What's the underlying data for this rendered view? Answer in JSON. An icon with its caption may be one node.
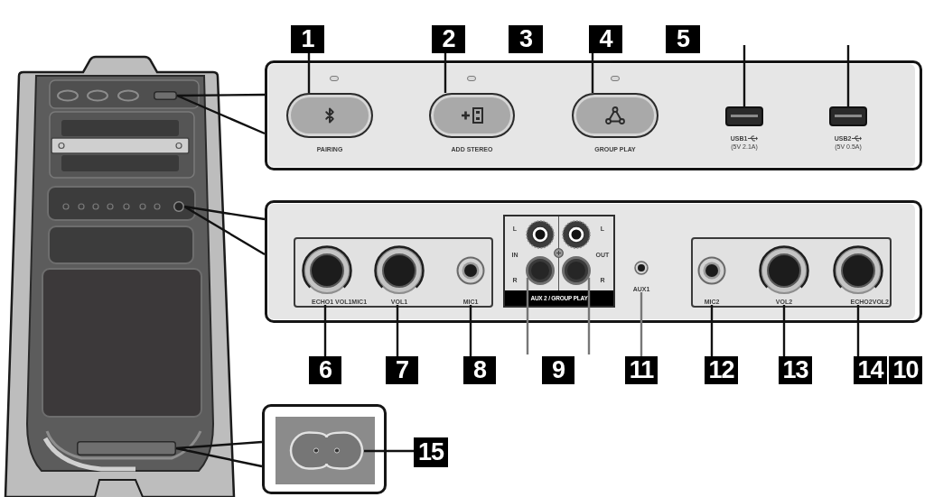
{
  "diagram": {
    "nodes": [
      {
        "text": [
          "1"
        ]
      },
      {
        "text": [
          "2"
        ]
      },
      {
        "text": [
          "4"
        ]
      },
      {
        "text": [],
        "shape": "picture"
      },
      {
        "text": [],
        "shape": "bar",
        "in": 3
      },
      {
        "text": [],
        "shape": "circle",
        "in": 3
      },
      {
        "text": [],
        "shape": "bar",
        "in": 3
      },
      {
        "text": [],
        "shape": "box"
      },
      {
        "text": [
          "PAIRING"
        ],
        "in": 7
      },
      {
        "text": [
          "ADD STEREO"
        ],
        "in": 7
      },
      {
        "text": [
          "GROUP PLAY"
        ],
        "in": 7
      },
      {
        "text": [
          "USB1",
          "(5V 2.1A)"
        ],
        "in": 7
      },
      {
        "text": [
          "USB2",
          "(5V 0.5A)"
        ],
        "in": 7
      },
      {
        "text": [],
        "shape": "box"
      },
      {
        "text": [],
        "shape": "box",
        "in": 13
      },
      {
        "text": [
          "ECHO1 VOL1MIC1"
        ],
        "in": 14
      },
      {
        "text": [
          "VOL1"
        ],
        "in": 14
      },
      {
        "text": [
          "MIC1"
        ],
        "in": 14
      },
      {
        "text": [
          "L",
          "IN",
          "R",
          "L",
          "OUT",
          "R",
          "AUX 2 / GROUP PLAY"
        ],
        "in": 13
      },
      {
        "text": [],
        "shape": "circle",
        "in": 18
      },
      {
        "text": [],
        "shape": "circle",
        "in": 18
      },
      {
        "text": [
          "AUX1"
        ],
        "in": 13
      },
      {
        "text": [],
        "shape": "box",
        "in": 13
      },
      {
        "text": [
          "MIC2"
        ],
        "in": 22
      },
      {
        "text": [
          "VOL2"
        ],
        "in": 22
      },
      {
        "text": [
          "ECHO2VOL2"
        ],
        "in": 22
      },
      {
        "text": [
          "6"
        ]
      },
      {
        "text": [
          "7"
        ]
      },
      {
        "text": [
          "8"
        ]
      },
      {
        "text": [
          "11"
        ]
      },
      {
        "text": [
          "12"
        ]
      },
      {
        "text": [
          "13"
        ]
      },
      {
        "text": [
          "14"
        ]
      },
      {
        "text": [],
        "shape": "box"
      },
      {
        "text": [],
        "shape": "oval",
        "in": 33
      },
      {
        "text": [
          "15"
        ]
      },
      {
        "text": [
          "3"
        ]
      },
      {
        "text": [
          "5"
        ]
      },
      {
        "text": [
          "9"
        ]
      },
      {
        "text": [
          "10"
        ]
      }
    ],
    "edges": [
      {
        "from": 0,
        "to": 8,
        "arrow": "none"
      },
      {
        "from": 1,
        "to": 9,
        "arrow": "none"
      },
      {
        "from": 2,
        "to": 10,
        "arrow": "none"
      },
      {
        "from": null,
        "to": 11,
        "arrow": "none"
      },
      {
        "from": null,
        "to": 12,
        "arrow": "none"
      },
      {
        "from": 4,
        "to": 7,
        "arrow": "none"
      },
      {
        "from": 5,
        "to": 13,
        "arrow": "none"
      },
      {
        "from": 6,
        "to": 33,
        "arrow": "none"
      },
      {
        "from": 26,
        "to": 15,
        "arrow": "none"
      },
      {
        "from": 27,
        "to": 16,
        "arrow": "none"
      },
      {
        "from": 28,
        "to": 17,
        "arrow": "none"
      },
      {
        "from": null,
        "to": 19,
        "arrow": "none",
        "color": "#777777"
      },
      {
        "from": null,
        "to": 20,
        "arrow": "none",
        "color": "#777777"
      },
      {
        "from": 29,
        "to": 21,
        "arrow": "none",
        "color": "#777777"
      },
      {
        "from": 30,
        "to": 23,
        "arrow": "none"
      },
      {
        "from": 31,
        "to": 24,
        "arrow": "none"
      },
      {
        "from": 32,
        "to": 25,
        "arrow": "none"
      },
      {
        "from": 35,
        "to": 34,
        "arrow": "none"
      }
    ]
  }
}
